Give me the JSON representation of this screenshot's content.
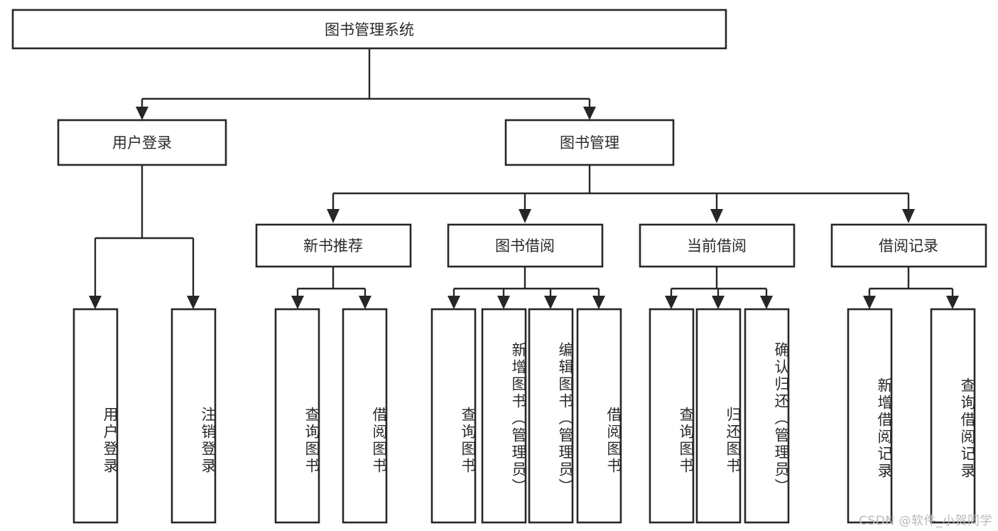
{
  "diagram": {
    "title": "图书管理系统",
    "watermark": "CSDN @软件_小贺同学",
    "colors": {
      "stroke": "#272727",
      "box_fill": "#ffffff",
      "text": "#2a2a2a",
      "background": "#ffffff",
      "watermark": "#b9b9b9"
    },
    "root": {
      "label": "图书管理系统"
    },
    "level2": [
      {
        "label": "用户登录"
      },
      {
        "label": "图书管理"
      }
    ],
    "level3": [
      {
        "label": "新书推荐"
      },
      {
        "label": "图书借阅"
      },
      {
        "label": "当前借阅"
      },
      {
        "label": "借阅记录"
      }
    ],
    "leaves": {
      "user_login": [
        {
          "label": "用户登录"
        },
        {
          "label": "注销登录"
        }
      ],
      "new_book_recommend": [
        {
          "label": "查询图书"
        },
        {
          "label": "借阅图书"
        }
      ],
      "book_borrow": [
        {
          "label": "查询图书"
        },
        {
          "label": "新增图书（管理员）"
        },
        {
          "label": "编辑图书（管理员）"
        },
        {
          "label": "借阅图书"
        }
      ],
      "current_borrow": [
        {
          "label": "查询图书"
        },
        {
          "label": "归还图书"
        },
        {
          "label": "确认归还（管理员）"
        }
      ],
      "borrow_record": [
        {
          "label": "新增借阅记录"
        },
        {
          "label": "查询借阅记录"
        }
      ]
    }
  }
}
